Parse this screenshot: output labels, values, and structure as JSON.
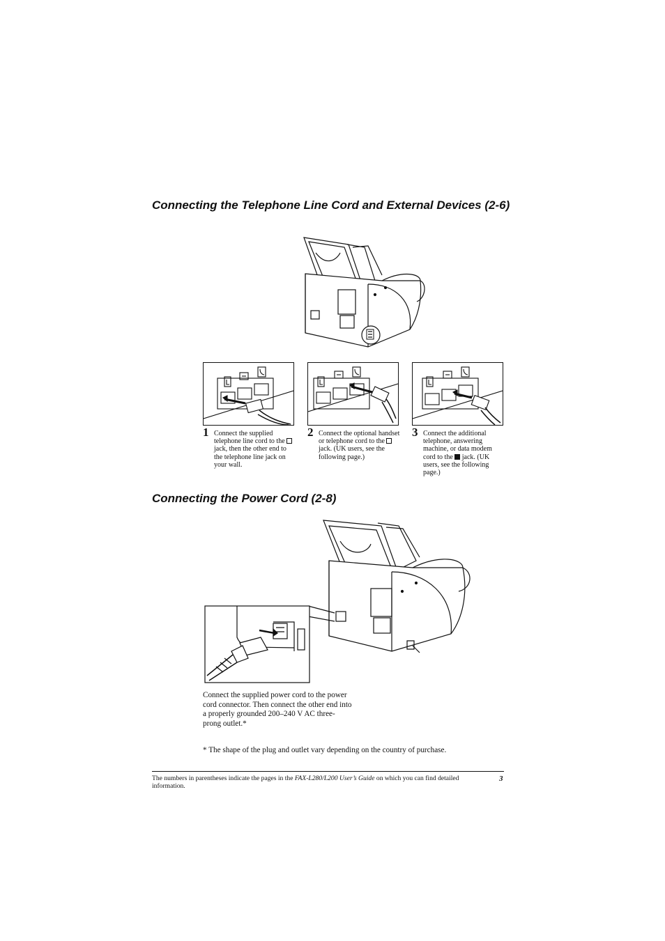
{
  "section1": {
    "title": "Connecting the Telephone Line Cord and External Devices (2-6)"
  },
  "steps": [
    {
      "number": "1",
      "text_before": "Connect the supplied telephone line cord to the",
      "jack_icon": "line-jack-icon",
      "text_after": "jack, then the other end to the telephone line jack on your wall."
    },
    {
      "number": "2",
      "text_before": "Connect the optional handset or telephone cord to the",
      "jack_icon": "handset-jack-icon",
      "text_after": "jack. (UK users, see the following page.)"
    },
    {
      "number": "3",
      "text_before": "Connect the additional telephone, answering machine, or data modem cord to the",
      "jack_icon": "external-device-jack-icon",
      "text_after": "jack. (UK users, see the following page.)"
    }
  ],
  "section2": {
    "title": "Connecting the Power Cord (2-8)",
    "body": "Connect the supplied power cord to the power cord connector. Then connect the other end into a properly grounded 200–240 V AC three-prong outlet.*",
    "footnote": "*  The shape of the plug and outlet vary depending on the country of purchase."
  },
  "footer": {
    "text_before": "The numbers in parentheses indicate the pages in the",
    "guide_title": "FAX-L280/L200 User’s Guide",
    "text_after": "on which you can find detailed information.",
    "page_number": "3"
  }
}
